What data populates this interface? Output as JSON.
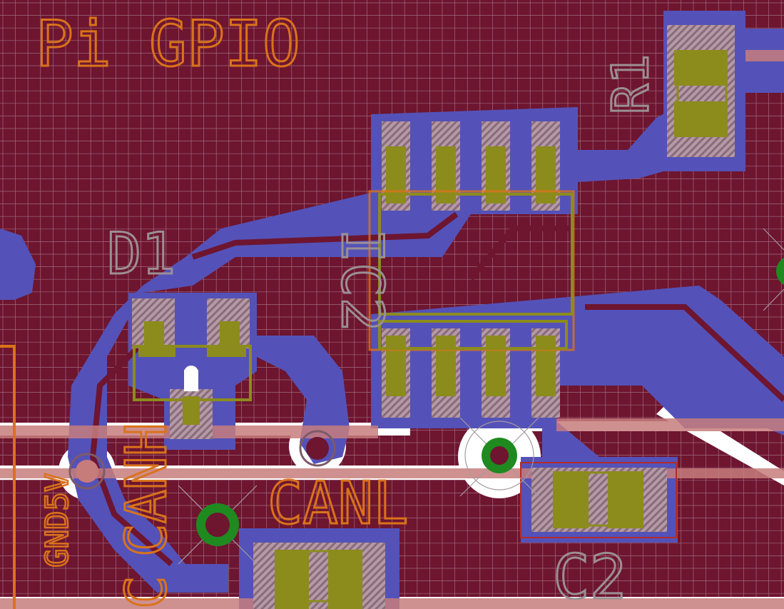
{
  "colors": {
    "board": "#6e1530",
    "grid": "#b9a0ad",
    "copper": "#5452b8",
    "pad": "#8c8c1c",
    "pad_outline": "#ab8c94",
    "silk_orange": "#d9731a",
    "silk_gray": "#9b8f93",
    "via": "#1f8a1f",
    "white": "#ffffff",
    "pink_trace": "#c77c7c"
  },
  "labels": {
    "board_title": "Pi GPIO",
    "r1": "R1",
    "d1": "D1",
    "ic2": "IC2",
    "canh": "CANH",
    "canl": "CANL",
    "c2": "C2",
    "gnd5v": "GND5V",
    "c_bottom": "C"
  }
}
